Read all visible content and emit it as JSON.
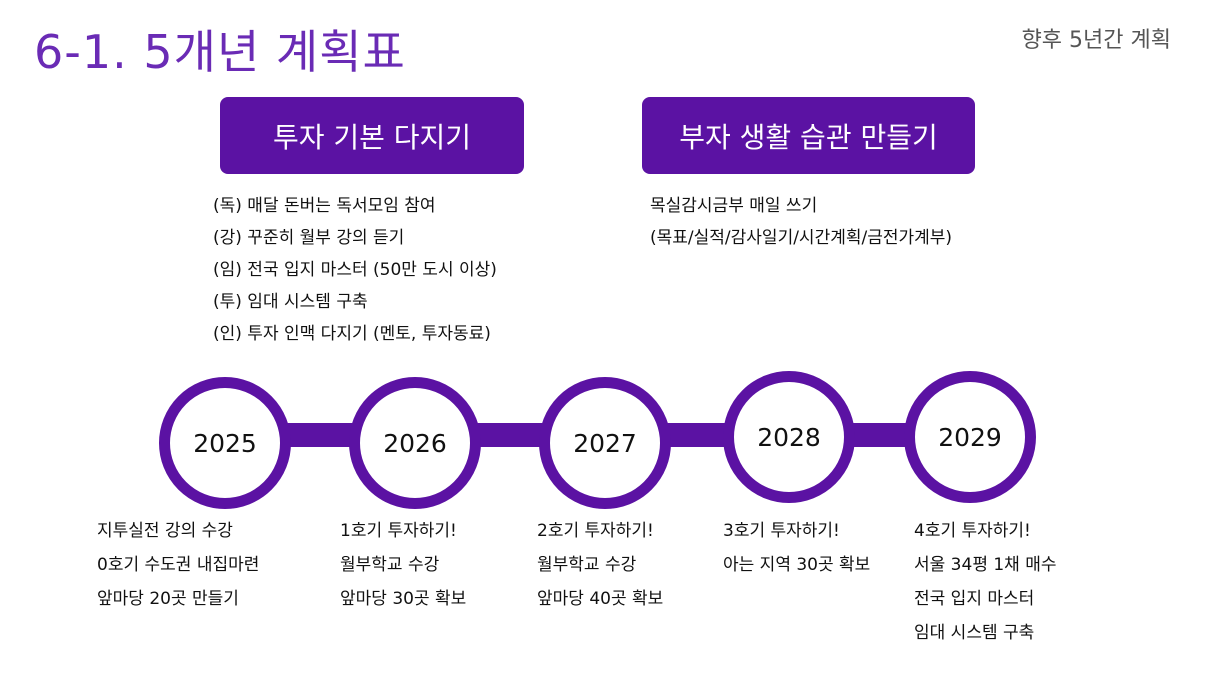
{
  "title": "6-1. 5개년 계획표",
  "subtitle": "향후 5년간 계획",
  "sections": {
    "left": {
      "label": "투자 기본 다지기",
      "items": [
        "(독) 매달 돈버는 독서모임 참여",
        "(강) 꾸준히 월부 강의 듣기",
        "(임) 전국 입지 마스터 (50만 도시 이상)",
        "(투) 임대 시스템 구축",
        "(인) 투자 인맥 다지기 (멘토, 투자동료)"
      ]
    },
    "right": {
      "label": "부자 생활 습관 만들기",
      "items": [
        "목실감시금부 매일 쓰기",
        "(목표/실적/감사일기/시간계획/금전가계부)"
      ]
    }
  },
  "timeline": [
    {
      "year": "2025",
      "items": [
        "지투실전 강의 수강",
        "0호기 수도권 내집마련",
        "앞마당 20곳 만들기"
      ]
    },
    {
      "year": "2026",
      "items": [
        "1호기 투자하기!",
        "월부학교 수강",
        "앞마당 30곳 확보"
      ]
    },
    {
      "year": "2027",
      "items": [
        "2호기 투자하기!",
        "월부학교 수강",
        "앞마당 40곳 확보"
      ]
    },
    {
      "year": "2028",
      "items": [
        "3호기 투자하기!",
        "아는 지역 30곳 확보"
      ]
    },
    {
      "year": "2029",
      "items": [
        "4호기 투자하기!",
        "서울 34평 1채 매수",
        "전국 입지 마스터",
        "임대 시스템 구축"
      ]
    }
  ],
  "colors": {
    "accent": "#5b12a3",
    "title": "#6a2bb5"
  }
}
